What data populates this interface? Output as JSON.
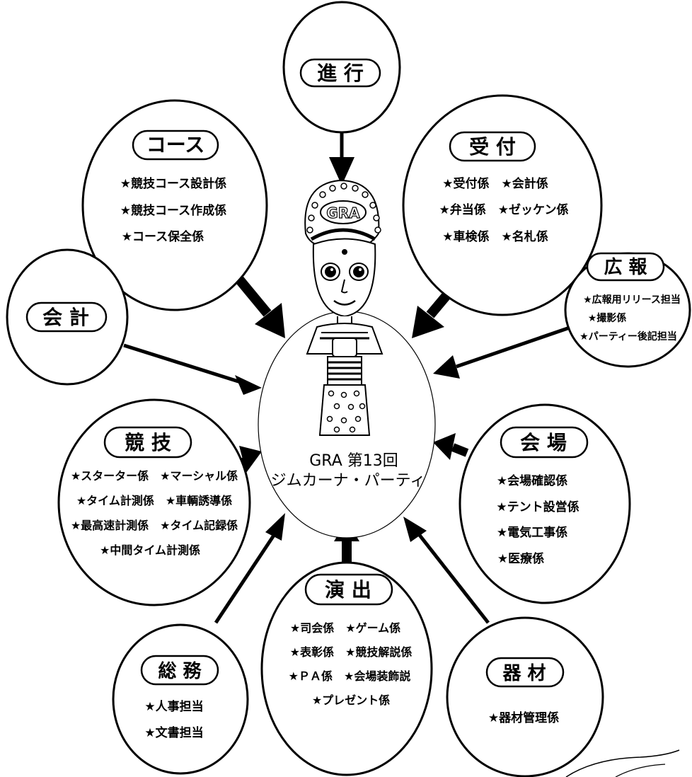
{
  "center": {
    "line1": "GRA 第13回",
    "line2": "ジムカーナ・パーティ"
  },
  "nodes": {
    "shinko": {
      "title": "進 行",
      "items": []
    },
    "course": {
      "title": "コース",
      "items": [
        "★競技コース設計係",
        "★競技コース作成係",
        "★コース保全係"
      ]
    },
    "uketsuke": {
      "title": "受 付",
      "items": [
        "★受付係　★会計係",
        "★弁当係　★ゼッケン係",
        "★車検係　★名札係"
      ]
    },
    "kouhou": {
      "title": "広 報",
      "items": [
        "★広報用リリース担当",
        "★撮影係",
        "★パーティー後記担当"
      ]
    },
    "kaikei": {
      "title": "会 計",
      "items": []
    },
    "kyougi": {
      "title": "競 技",
      "items": [
        "★スターター係　★マーシャル係",
        "★タイム計測係　★車輌誘導係",
        "★最高速計測係　★タイム記録係",
        "★中間タイム計測係"
      ]
    },
    "kaijou": {
      "title": "会 場",
      "items": [
        "★会場確認係",
        "★テント設営係",
        "★電気工事係",
        "★医療係"
      ]
    },
    "enshutsu": {
      "title": "演 出",
      "items": [
        "★司会係　★ゲーム係",
        "★表彰係　★競技解説係",
        "★ＰＡ係　★会場装飾説",
        "★プレゼント係"
      ]
    },
    "soumu": {
      "title": "総 務",
      "items": [
        "★人事担当",
        "★文書担当"
      ]
    },
    "kizai": {
      "title": "器 材",
      "items": [
        "★器材管理係"
      ]
    }
  },
  "mascot": {
    "badge": "GRA"
  }
}
